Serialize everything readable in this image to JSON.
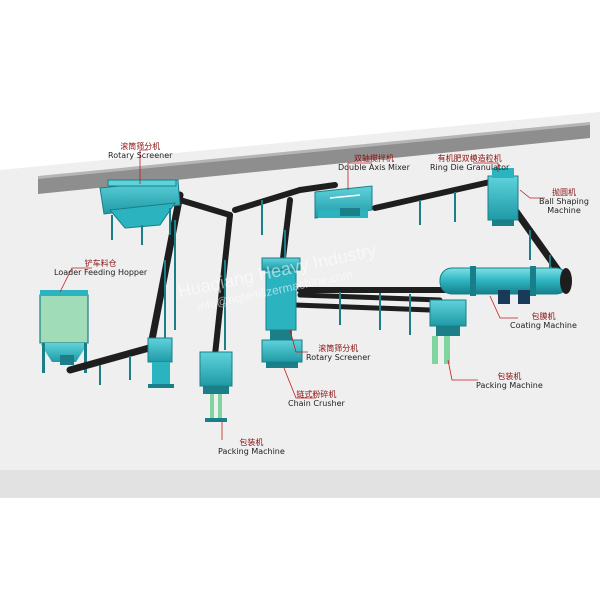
{
  "watermark": {
    "line1": "Huaqiang Heavy Industry",
    "line2": "info@hqfertilizermachine.com"
  },
  "labels": {
    "rotary_screener_top": {
      "cn": "滚筒筛分机",
      "en": "Rotary Screener"
    },
    "double_axis_mixer": {
      "cn": "双轴搅拌机",
      "en": "Double Axis Mixer"
    },
    "ring_die_granulator": {
      "cn": "有机肥双模造粒机",
      "en": "Ring Die Granulator"
    },
    "ball_shaping": {
      "cn": "抛圆机",
      "en": "Ball Shaping Machine"
    },
    "loader_feeding_hopper": {
      "cn": "铲车料仓",
      "en": "Loader Feeding Hopper"
    },
    "coating_machine": {
      "cn": "包膜机",
      "en": "Coating Machine"
    },
    "rotary_screener_mid": {
      "cn": "滚筒筛分机",
      "en": "Rotary Screener"
    },
    "packing_machine_right": {
      "cn": "包装机",
      "en": "Packing Machine"
    },
    "chain_crusher": {
      "cn": "链式粉碎机",
      "en": "Chain Crusher"
    },
    "packing_machine_left": {
      "cn": "包装机",
      "en": "Packing Machine"
    }
  },
  "colors": {
    "machine_teal": "#2bb3bf",
    "machine_dark": "#1a7f88",
    "belt": "#1e1e1e",
    "wall": "#8e8e8e",
    "floor": "#eeeeee",
    "leader": "#c21d1d",
    "cabinet_green": "#7fd4a0"
  }
}
